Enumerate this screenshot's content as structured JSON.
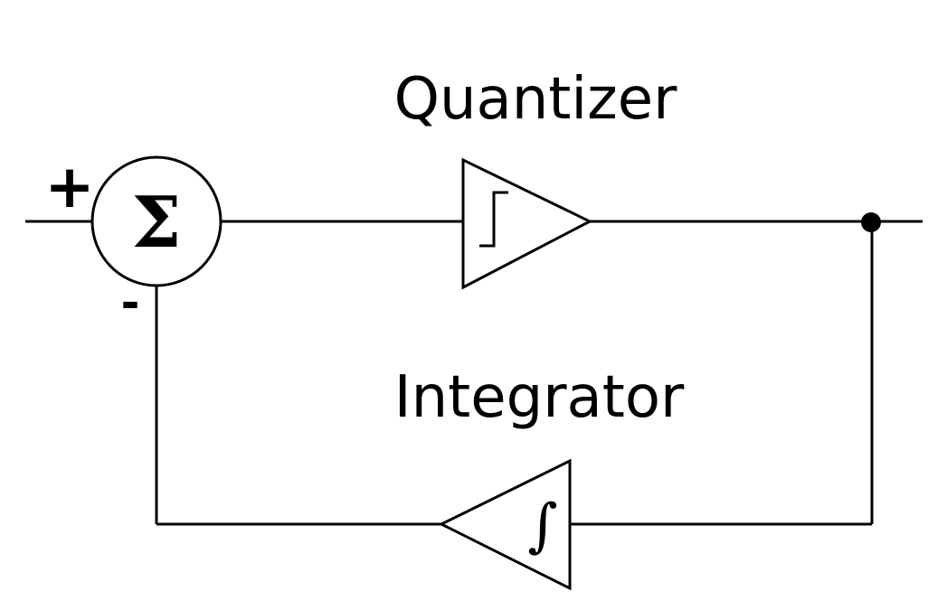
{
  "labels": {
    "quantizer": "Quantizer",
    "integrator": "Integrator"
  },
  "summing_junction": {
    "symbol": "Σ",
    "plus_sign": "+",
    "minus_sign": "-"
  },
  "integrator_block": {
    "symbol": "∫"
  },
  "colors": {
    "line": "#000000",
    "background": "#ffffff"
  }
}
